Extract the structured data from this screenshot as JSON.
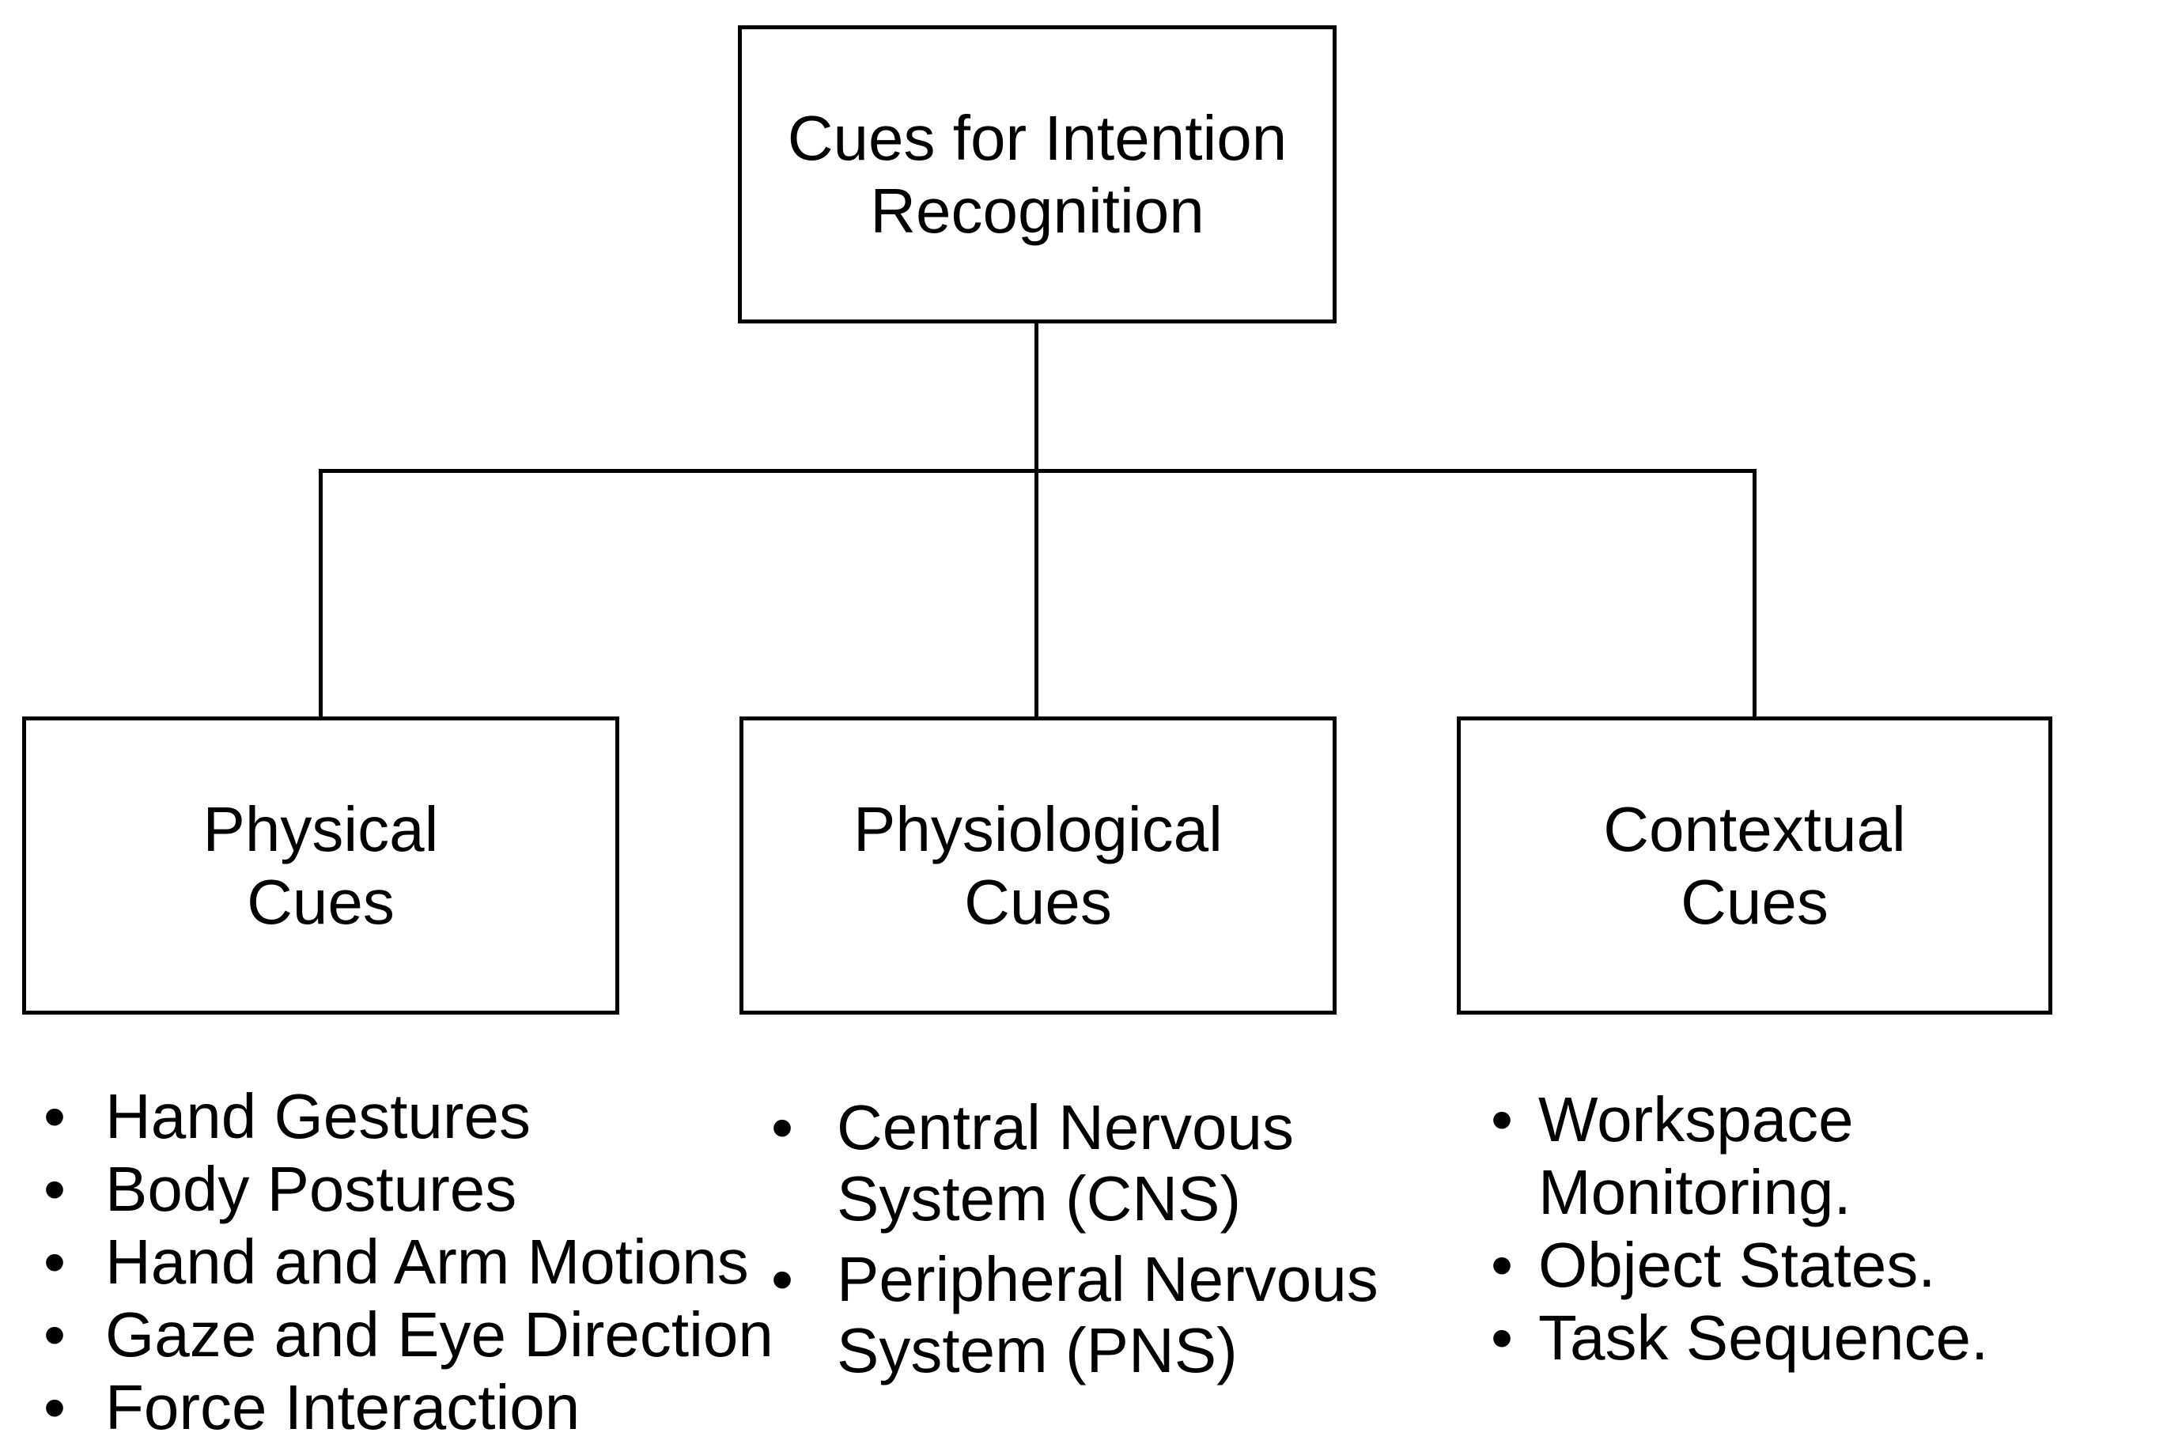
{
  "diagram": {
    "root": {
      "label": "Cues for Intention\nRecognition"
    },
    "branches": [
      {
        "label": "Physical\nCues",
        "items": [
          "Hand Gestures",
          "Body Postures",
          "Hand and Arm Motions",
          "Gaze and Eye Direction",
          "Force Interaction"
        ]
      },
      {
        "label": "Physiological\nCues",
        "items": [
          "Central Nervous\nSystem (CNS)",
          "Peripheral Nervous\nSystem (PNS)"
        ]
      },
      {
        "label": "Contextual\nCues",
        "items": [
          "Workspace Monitoring.",
          "Object States.",
          "Task Sequence."
        ]
      }
    ]
  },
  "glyphs": {
    "bullet": "•"
  },
  "colors": {
    "line": "#000000",
    "text": "#000000",
    "background": "#ffffff"
  }
}
